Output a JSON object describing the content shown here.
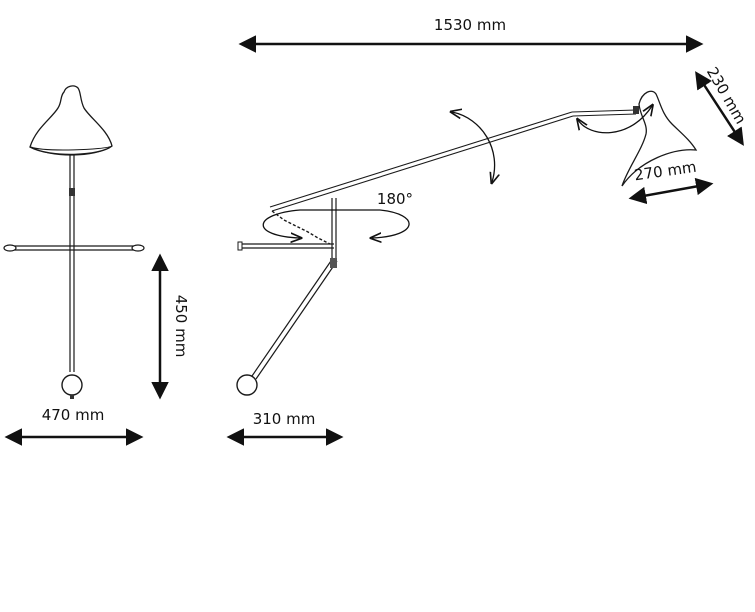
{
  "dimensions": {
    "total_length": "1530 mm",
    "shade_height": "230 mm",
    "shade_width": "270 mm",
    "rotation": "180°",
    "front_height": "450 mm",
    "front_width": "470 mm",
    "side_depth": "310 mm"
  },
  "colors": {
    "line": "#1a1a1a",
    "background": "#ffffff"
  }
}
